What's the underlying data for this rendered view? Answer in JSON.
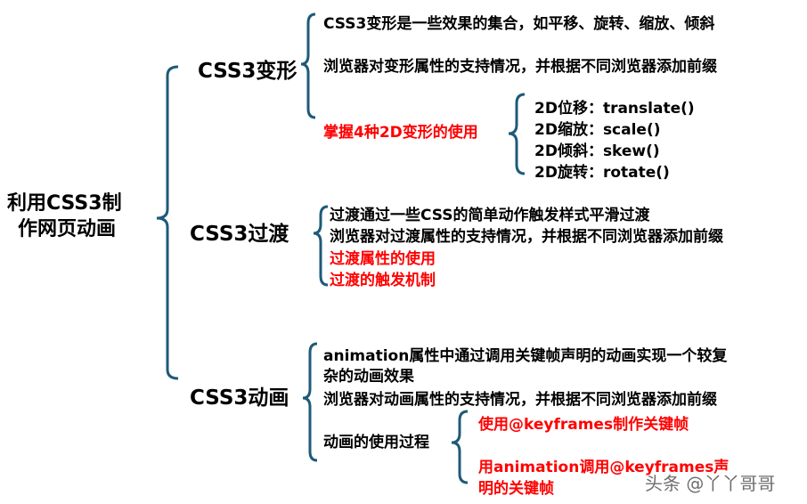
{
  "colors": {
    "brace": "#1f5a78",
    "highlight": "#ff0000",
    "text": "#000000"
  },
  "root": {
    "line1": "利用CSS3制",
    "line2": "作网页动画"
  },
  "transform": {
    "title": "CSS3变形",
    "items": [
      "CSS3变形是一些效果的集合，如平移、旋转、缩放、倾斜",
      "浏览器对变形属性的支持情况，并根据不同浏览器添加前缀"
    ],
    "highlight": "掌握4种2D变形的使用",
    "sub": [
      "2D位移：translate()",
      "2D缩放：scale()",
      "2D倾斜：skew()",
      "2D旋转：rotate()"
    ]
  },
  "transition": {
    "title": "CSS3过渡",
    "items": [
      "过渡通过一些CSS的简单动作触发样式平滑过渡",
      "浏览器对过渡属性的支持情况，并根据不同浏览器添加前缀"
    ],
    "highlights": [
      "过渡属性的使用",
      "过渡的触发机制"
    ]
  },
  "animation": {
    "title": "CSS3动画",
    "items": [
      "animation属性中通过调用关键帧声明的动画实现一个较复",
      "杂的动画效果",
      "浏览器对动画属性的支持情况，并根据不同浏览器添加前缀"
    ],
    "process": "动画的使用过程",
    "steps": [
      "使用@keyframes制作关键帧",
      "用animation调用@keyframes声",
      "明的关键帧"
    ]
  },
  "watermark": "头条 @丫丫哥哥"
}
